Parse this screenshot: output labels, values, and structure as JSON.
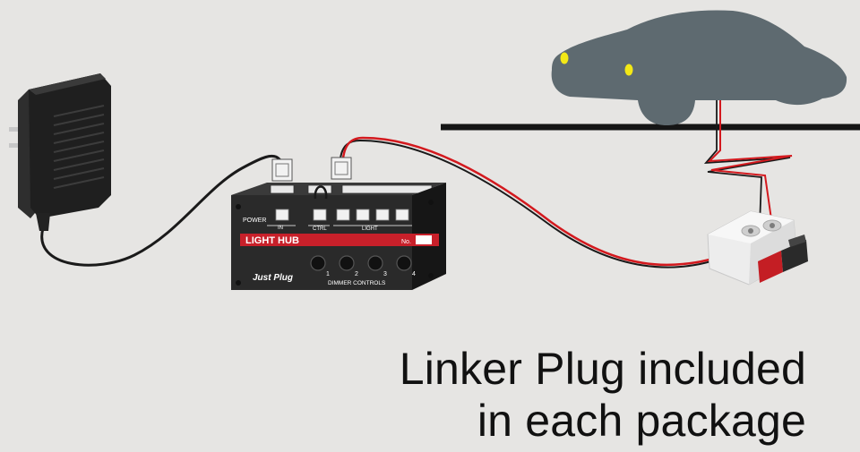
{
  "caption": {
    "line_1": "Linker Plug included",
    "line_2": "in each package"
  },
  "hub": {
    "power_label": "POWER",
    "in_label": "IN",
    "ctrl_label": "CTRL",
    "light_label": "LIGHT",
    "name_label": "LIGHT HUB",
    "no_label": "No.",
    "brand_label": "Just Plug",
    "dimmer_label": "DIMMER CONTROLS",
    "knob_labels": [
      "1",
      "2",
      "3",
      "4"
    ]
  },
  "colors": {
    "background": "#e6e5e3",
    "car_body": "#5e6a70",
    "car_headlight": "#f3e816",
    "hub_body": "#2a2a2a",
    "hub_label_band": "#c8202a",
    "wire_red": "#d3191e",
    "wire_black": "#1a1a1a",
    "adapter_body": "#1f1f1f",
    "linker_plug_body": "#e9e9e9",
    "linker_plug_contacts": "#c41e24"
  },
  "icons": [
    "power-adapter-icon",
    "car-silhouette-icon",
    "light-hub-module-icon",
    "linker-plug-icon",
    "connector-plug-icon",
    "dimmer-knob-icon"
  ]
}
